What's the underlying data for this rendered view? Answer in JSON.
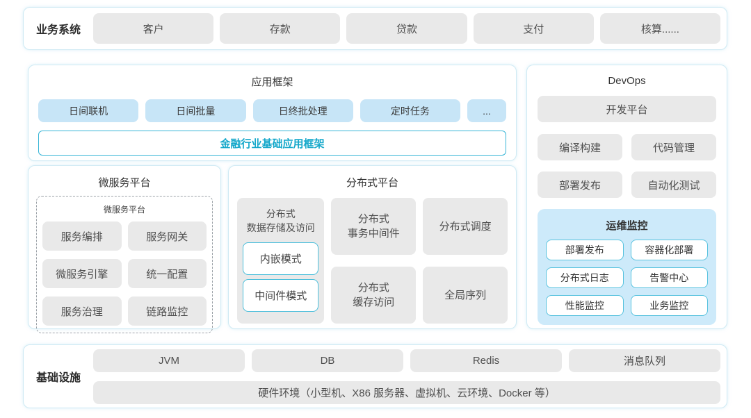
{
  "colors": {
    "panel_border": "#cfeaf4",
    "gray_box": "#e9e9e9",
    "blue_box": "#c7e5f7",
    "ops_background": "#cdeafa",
    "accent_cyan": "#35b4d6",
    "banner_text": "#13a7ca",
    "text_dark": "#333333",
    "text_gray": "#4f4f4f"
  },
  "business_systems": {
    "label": "业务系统",
    "items": [
      "客户",
      "存款",
      "贷款",
      "支付",
      "核算......"
    ]
  },
  "app_framework": {
    "title": "应用框架",
    "modules": [
      "日间联机",
      "日间批量",
      "日终批处理",
      "定时任务",
      "..."
    ],
    "banner": "金融行业基础应用框架"
  },
  "devops": {
    "title": "DevOps",
    "dev_platform": "开发平台",
    "tools": [
      "编译构建",
      "代码管理",
      "部署发布",
      "自动化测试"
    ],
    "ops_monitor": {
      "title": "运维监控",
      "items": [
        "部署发布",
        "容器化部署",
        "分布式日志",
        "告警中心",
        "性能监控",
        "业务监控"
      ]
    }
  },
  "microservice_platform": {
    "title": "微服务平台",
    "inner_title": "微服务平台",
    "items": [
      "服务编排",
      "服务网关",
      "微服务引擎",
      "统一配置",
      "服务治理",
      "链路监控"
    ]
  },
  "distributed_platform": {
    "title": "分布式平台",
    "storage": {
      "label": "分布式\n数据存储及访问",
      "modes": [
        "内嵌模式",
        "中间件模式"
      ]
    },
    "cells": [
      "分布式\n事务中间件",
      "分布式调度",
      "分布式\n缓存访问",
      "全局序列"
    ]
  },
  "infrastructure": {
    "label": "基础设施",
    "items": [
      "JVM",
      "DB",
      "Redis",
      "消息队列"
    ],
    "hardware": "硬件环境（小型机、X86 服务器、虚拟机、云环境、Docker 等）"
  }
}
